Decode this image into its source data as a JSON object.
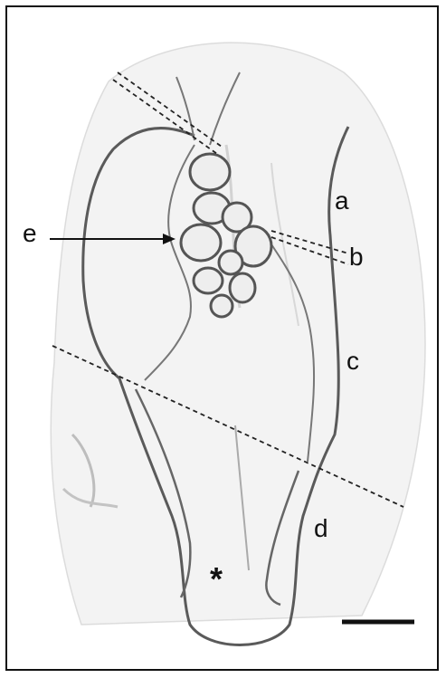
{
  "labels": {
    "a": "a",
    "b": "b",
    "c": "c",
    "d": "d",
    "e": "e",
    "asterisk": "*"
  },
  "colors": {
    "outline": "#4a4a4a",
    "tissue": "#c9c9c9",
    "dashed": "#222222",
    "frame": "#111111"
  }
}
